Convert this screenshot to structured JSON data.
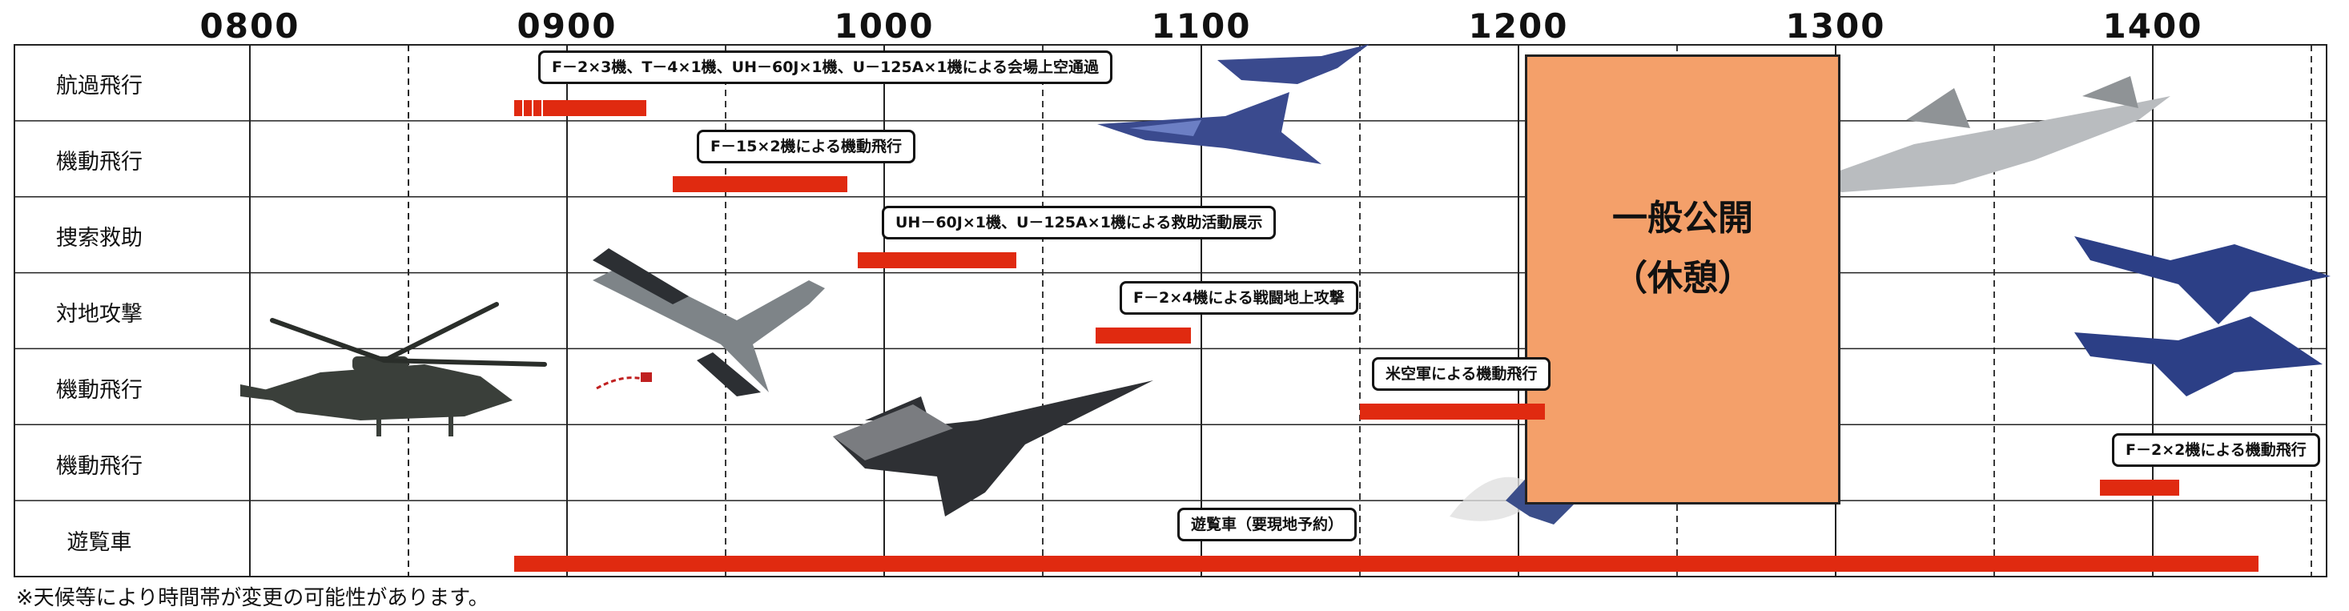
{
  "chart_data": {
    "type": "gantt",
    "time_axis": {
      "ticks": [
        "0800",
        "0900",
        "1000",
        "1100",
        "1200",
        "1300",
        "1400"
      ],
      "range_minutes": [
        480,
        880
      ],
      "grid": "solid on the hour, dashed on the half hour"
    },
    "rows": [
      "航過飛行",
      "機動飛行",
      "捜索救助",
      "対地攻撃",
      "機動飛行",
      "機動飛行",
      "遊覧車"
    ],
    "events": [
      {
        "row": 0,
        "start": "0850",
        "end": "0915",
        "style": "dashed-start",
        "label": "F－2×3機、T－4×1機、UH－60J×1機、U－125A×1機による会場上空通過"
      },
      {
        "row": 1,
        "start": "0920",
        "end": "0953",
        "label": "F－15×2機による機動飛行"
      },
      {
        "row": 2,
        "start": "0955",
        "end": "1025",
        "label": "UH－60J×1機、U－125A×1機による救助活動展示"
      },
      {
        "row": 3,
        "start": "1040",
        "end": "1058",
        "label": "F－2×4機による戦闘地上攻撃"
      },
      {
        "row": 4,
        "start": "1130",
        "end": "1205",
        "label": "米空軍による機動飛行"
      },
      {
        "row": 5,
        "start": "1350",
        "end": "1405",
        "label": "F－2×2機による機動飛行"
      },
      {
        "row": 6,
        "start": "0850",
        "end": "1420",
        "label": "遊覧車（要現地予約）"
      }
    ],
    "break_block": {
      "start": "1200",
      "end": "1300",
      "title_line1": "一般公開",
      "title_line2": "（休憩）"
    },
    "colors": {
      "bar": "#e02a10",
      "break_fill": "#f4a06a",
      "grid": "#222222"
    }
  },
  "footnote": "※天候等により時間帯が変更の可能性があります。"
}
